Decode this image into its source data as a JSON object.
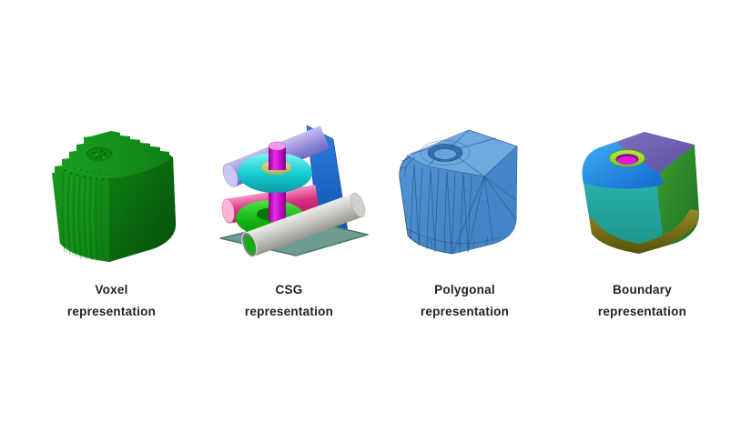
{
  "page": {
    "background_color": "#ffffff",
    "text_color": "#212121"
  },
  "figures": [
    {
      "name": "voxel",
      "label_line1": "Voxel",
      "label_line2": "representation",
      "accent_color": "#12901a",
      "palette": [
        "#1ba021",
        "#15961b",
        "#0d7a12",
        "#064d09"
      ]
    },
    {
      "name": "csg",
      "label_line1": "CSG",
      "label_line2": "representation",
      "accent_color": "#cc14cc",
      "palette": [
        "#8e88d8",
        "#1565c8",
        "#e92ae9",
        "#17cfd4",
        "#c3cb74",
        "#d62e7e",
        "#12b412",
        "#c9c9c5",
        "#6d9c90"
      ]
    },
    {
      "name": "polygonal",
      "label_line1": "Polygonal",
      "label_line2": "representation",
      "accent_color": "#4c90d2",
      "palette": [
        "#6fa8de",
        "#4c90d2",
        "#4486c8",
        "#1f5286"
      ]
    },
    {
      "name": "boundary",
      "label_line1": "Boundary",
      "label_line2": "representation",
      "accent_color": "#26b3ab",
      "palette": [
        "#7d6cc2",
        "#2a9df0",
        "#26b3ab",
        "#2e8f30",
        "#7c7415",
        "#8de02a",
        "#d91ad9"
      ]
    }
  ]
}
